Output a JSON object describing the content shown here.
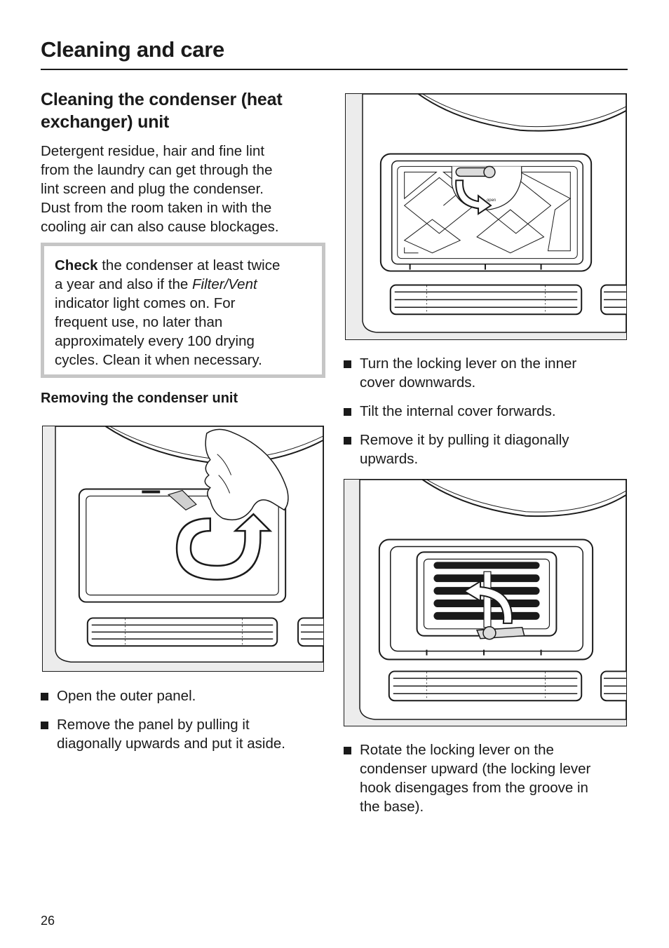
{
  "header": {
    "title": "Cleaning and care"
  },
  "section": {
    "title_line1": "Cleaning the condenser (heat",
    "title_line2": "exchanger) unit",
    "intro": [
      "Detergent residue, hair and fine lint",
      "from the laundry can get through the",
      "lint screen and plug the condenser.",
      "Dust from the room taken in with the",
      "cooling air can also cause blockages."
    ]
  },
  "note": {
    "check_label": "Check",
    "line1": " the condenser at least twice",
    "line2_pre": "a year and also if the ",
    "line2_italic": "Filter/Vent",
    "lines_rest": [
      "indicator light comes on. For",
      "frequent use, no later than",
      "approximately every 100 drying",
      "cycles. Clean it when necessary."
    ]
  },
  "removing": {
    "title": "Removing the condenser unit",
    "steps_left": [
      [
        "Open the outer panel."
      ],
      [
        "Remove the panel by pulling it",
        "diagonally upwards and put it aside."
      ]
    ],
    "steps_right_top": [
      [
        "Turn the locking lever on the inner",
        "cover downwards."
      ],
      [
        "Tilt the internal cover forwards."
      ],
      [
        "Remove it by pulling it diagonally",
        "upwards."
      ]
    ],
    "steps_right_bottom": [
      [
        "Rotate the locking lever on the",
        "condenser upward (the locking lever",
        "hook disengages from the groove in",
        "the base)."
      ]
    ]
  },
  "figures": {
    "inner_cover_lever_label": "open"
  },
  "footer": {
    "page_number": "26"
  }
}
